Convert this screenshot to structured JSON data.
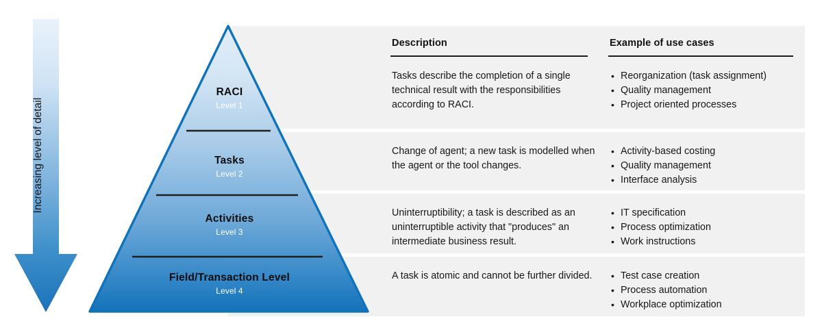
{
  "axis": {
    "label": "Increasing level of detail",
    "direction": "down",
    "gradient_from": "#d9e8f6",
    "gradient_to": "#1b72ba"
  },
  "pyramid": {
    "outline_color": "#1072b8",
    "levels": [
      {
        "title": "RACI",
        "sublabel": "Level 1"
      },
      {
        "title": "Tasks",
        "sublabel": "Level 2"
      },
      {
        "title": "Activities",
        "sublabel": "Level 3"
      },
      {
        "title": "Field/Transaction Level",
        "sublabel": "Level 4"
      }
    ]
  },
  "columns": {
    "description_header": "Description",
    "use_cases_header": "Example of use cases"
  },
  "rows": [
    {
      "description": "Tasks describe the completion of a single technical result with the responsibilities according to RACI.",
      "use_cases": [
        "Reorganization (task assignment)",
        "Quality management",
        "Project oriented processes"
      ]
    },
    {
      "description": "Change of agent; a new task is modelled when the agent or the tool changes.",
      "use_cases": [
        "Activity-based costing",
        "Quality management",
        "Interface analysis"
      ]
    },
    {
      "description": "Uninterruptibility; a task is described as an uninterruptible activity that \"produces\" an intermediate business result.",
      "use_cases": [
        "IT specification",
        "Process optimization",
        "Work instructions"
      ]
    },
    {
      "description": "A task is atomic and cannot be further divided.",
      "use_cases": [
        "Test case creation",
        "Process automation",
        "Workplace optimization"
      ]
    }
  ],
  "colors": {
    "band_background": "#f1f1f1",
    "page_background": "#ffffff",
    "text": "#161616",
    "divider": "#1a1a1a"
  }
}
